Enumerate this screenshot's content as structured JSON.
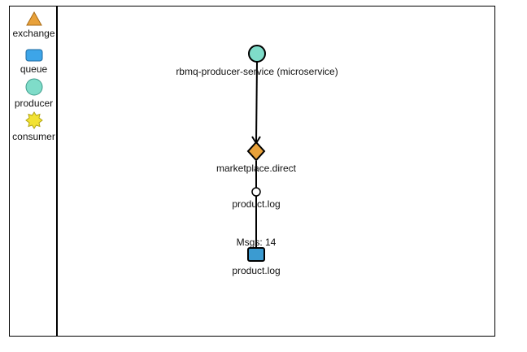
{
  "legend": {
    "items": [
      {
        "label": "exchange",
        "icon": "triangle-icon",
        "color": "#e8a13a"
      },
      {
        "label": "queue",
        "icon": "rounded-rect-icon",
        "color": "#3da5e8"
      },
      {
        "label": "producer",
        "icon": "circle-icon",
        "color": "#7fdcc9"
      },
      {
        "label": "consumer",
        "icon": "starburst-icon",
        "color": "#f2e233"
      }
    ]
  },
  "diagram": {
    "producer": {
      "label": "rbmq-producer-service (microservice)",
      "color": "#7fdcc9"
    },
    "exchange": {
      "label": "marketplace.direct",
      "color": "#e8a13a"
    },
    "binding": {
      "label": "product.log"
    },
    "queue": {
      "label": "product.log",
      "msgs_label": "Msgs: 14",
      "color": "#3b9bd1"
    }
  }
}
